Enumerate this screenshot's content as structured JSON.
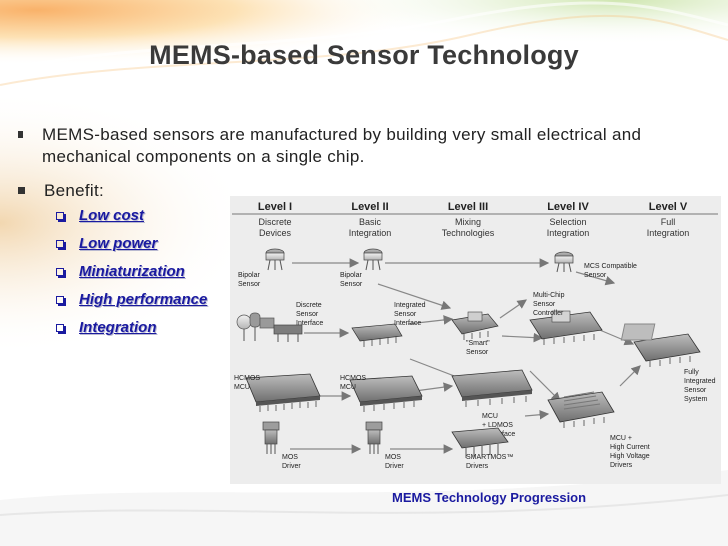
{
  "title": "MEMS-based Sensor Technology",
  "bullets": [
    "MEMS-based sensors are manufactured by building very small electrical and mechanical components on a single chip.",
    "Benefit:"
  ],
  "benefits": [
    "Low cost",
    "Low power",
    "Miniaturization",
    "High performance",
    "Integration"
  ],
  "colors": {
    "title": "#3a3a3a",
    "benefit_link": "#1a1aa0",
    "caption": "#1a1aa0"
  },
  "diagram": {
    "levels": [
      {
        "title": "Level I",
        "line1": "Discrete",
        "line2": "Devices"
      },
      {
        "title": "Level II",
        "line1": "Basic",
        "line2": "Integration"
      },
      {
        "title": "Level III",
        "line1": "Mixing",
        "line2": "Technologies"
      },
      {
        "title": "Level IV",
        "line1": "Selection",
        "line2": "Integration"
      },
      {
        "title": "Level V",
        "line1": "Full",
        "line2": "Integration"
      }
    ],
    "labels": {
      "bipolar_sensor_1a": "Bipolar",
      "bipolar_sensor_1b": "Sensor",
      "bipolar_sensor_2a": "Bipolar",
      "bipolar_sensor_2b": "Sensor",
      "discrete_1": "Discrete",
      "discrete_2": "Sensor",
      "discrete_3": "Interface",
      "integrated_1": "Integrated",
      "integrated_2": "Sensor",
      "integrated_3": "Interface",
      "smart_1": "\"Smart\"",
      "smart_2": "Sensor",
      "mcs_1": "MCS Compatible",
      "mcs_2": "Sensor",
      "multichip_1": "Multi-Chip",
      "multichip_2": "Sensor",
      "multichip_3": "Controller",
      "fully_1": "Fully",
      "fully_2": "Integrated",
      "fully_3": "Sensor",
      "fully_4": "System",
      "hcmos_1a": "HCMOS",
      "hcmos_1b": "MCU",
      "hcmos_2a": "HCMOS",
      "hcmos_2b": "MCU",
      "mcu_ldmos_1": "MCU",
      "mcu_ldmos_2": "+ LDMOS",
      "mcu_ldmos_3": "+ Interface",
      "smartmos_1": "SMARTMOS™",
      "smartmos_2": "Drivers",
      "mcu_hc_1": "MCU +",
      "mcu_hc_2": "High Current",
      "mcu_hc_3": "High Voltage",
      "mcu_hc_4": "Drivers",
      "mos_1a": "MOS",
      "mos_1b": "Driver",
      "mos_2a": "MOS",
      "mos_2b": "Driver"
    }
  },
  "caption": "MEMS Technology Progression"
}
